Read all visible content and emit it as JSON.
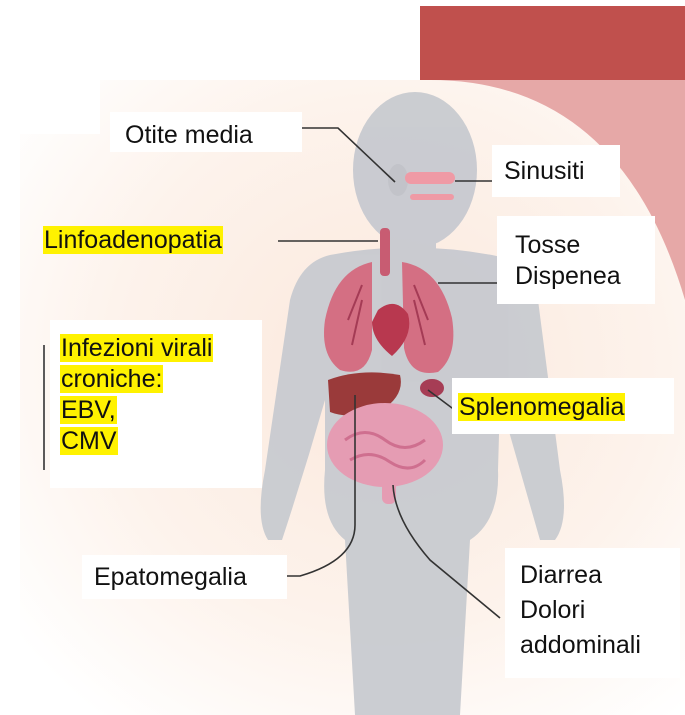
{
  "labels": {
    "otite": "Otite media",
    "sinusiti": "Sinusiti",
    "linfo": "Linfoadenopatia",
    "tosse": [
      "Tosse",
      "Dispenea"
    ],
    "infezioni": [
      "Infezioni virali",
      "croniche:",
      "EBV,",
      "CMV"
    ],
    "spleno": "Splenomegalia",
    "epato": "Epatomegalia",
    "diarrea": [
      "Diarrea",
      "Dolori",
      "addominali"
    ]
  },
  "colors": {
    "accent_dark": "#c0504d",
    "accent_light": "#e6a8a7",
    "highlight": "#fff200",
    "silhouette": "#c8cad0",
    "organ": "#c85c72"
  },
  "icons": [
    "human-body-silhouette",
    "lungs-icon",
    "heart-icon",
    "liver-icon",
    "intestine-icon",
    "spleen-icon"
  ]
}
